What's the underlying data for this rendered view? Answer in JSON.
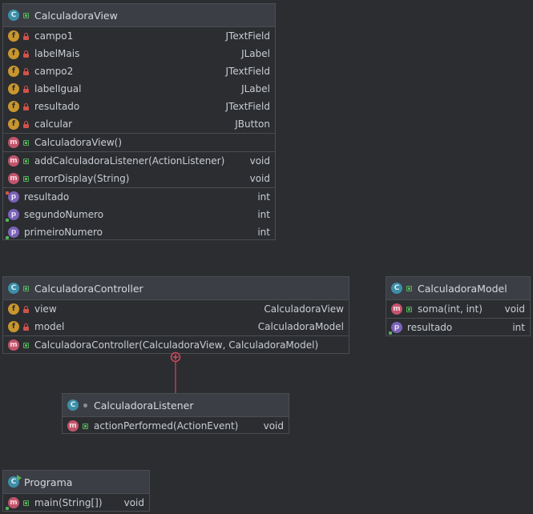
{
  "classes": {
    "view": {
      "name": "CalculadoraView",
      "fields": [
        {
          "name": "campo1",
          "type": "JTextField"
        },
        {
          "name": "labelMais",
          "type": "JLabel"
        },
        {
          "name": "campo2",
          "type": "JTextField"
        },
        {
          "name": "labelIgual",
          "type": "JLabel"
        },
        {
          "name": "resultado",
          "type": "JTextField"
        },
        {
          "name": "calcular",
          "type": "JButton"
        }
      ],
      "constructors": [
        {
          "name": "CalculadoraView()"
        }
      ],
      "methods": [
        {
          "name": "addCalculadoraListener(ActionListener)",
          "type": "void"
        },
        {
          "name": "errorDisplay(String)",
          "type": "void"
        }
      ],
      "properties": [
        {
          "name": "resultado",
          "type": "int"
        },
        {
          "name": "segundoNumero",
          "type": "int"
        },
        {
          "name": "primeiroNumero",
          "type": "int"
        }
      ]
    },
    "controller": {
      "name": "CalculadoraController",
      "fields": [
        {
          "name": "view",
          "type": "CalculadoraView"
        },
        {
          "name": "model",
          "type": "CalculadoraModel"
        }
      ],
      "constructors": [
        {
          "name": "CalculadoraController(CalculadoraView, CalculadoraModel)"
        }
      ]
    },
    "model": {
      "name": "CalculadoraModel",
      "methods": [
        {
          "name": "soma(int, int)",
          "type": "void"
        }
      ],
      "properties": [
        {
          "name": "resultado",
          "type": "int"
        }
      ]
    },
    "listener": {
      "name": "CalculadoraListener",
      "methods": [
        {
          "name": "actionPerformed(ActionEvent)",
          "type": "void"
        }
      ]
    },
    "programa": {
      "name": "Programa",
      "methods": [
        {
          "name": "main(String[])",
          "type": "void"
        }
      ]
    }
  },
  "icons": {
    "class": "C",
    "field": "f",
    "method": "m",
    "property": "p"
  },
  "colors": {
    "background": "#2b2d31",
    "header": "#3b3e44",
    "class_badge": "#3d8fa8",
    "field_badge": "#c8962e",
    "method_badge": "#c2546b",
    "property_badge": "#7a62b8",
    "public_marker": "#54b35a",
    "private_marker": "#d0534a",
    "connector": "#d04a5e"
  }
}
